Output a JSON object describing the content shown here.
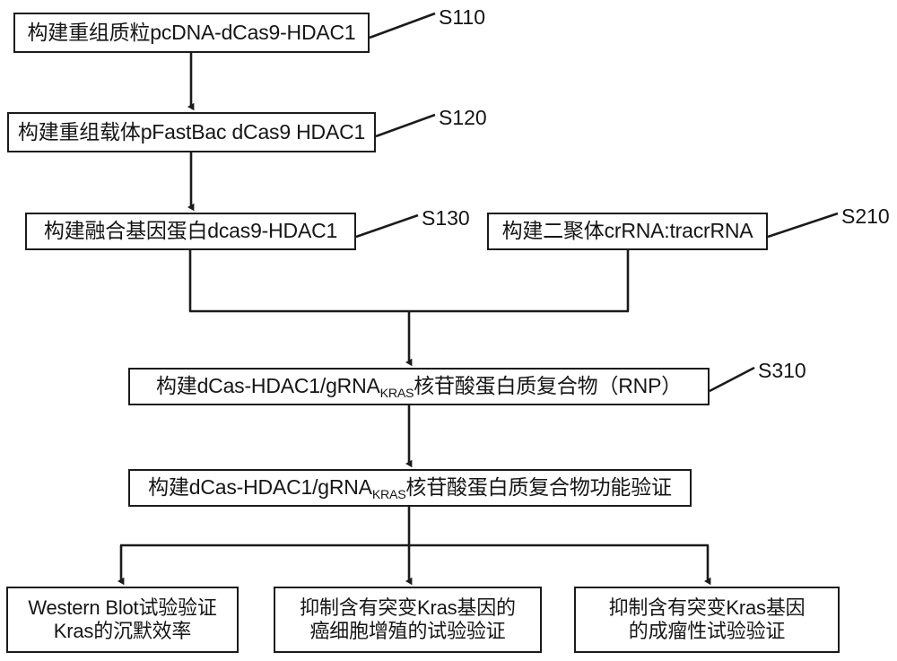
{
  "diagram": {
    "title": "CRISPR dCas9-HDAC1 KRAS silencing workflow flowchart",
    "line_color": "#1b1b1b",
    "background": "#ffffff",
    "nodes": [
      {
        "id": "S110",
        "label": "S110",
        "text_prefix": "构建重组质粒pcDNA-dCas9-HDAC1",
        "text_sub": "",
        "text_suffix": ""
      },
      {
        "id": "S120",
        "label": "S120",
        "text_prefix": "构建重组载体pFastBac dCas9 HDAC1",
        "text_sub": "",
        "text_suffix": ""
      },
      {
        "id": "S130",
        "label": "S130",
        "text_prefix": "构建融合基因蛋白dcas9-HDAC1",
        "text_sub": "",
        "text_suffix": ""
      },
      {
        "id": "S210",
        "label": "S210",
        "text_prefix": "构建二聚体crRNA:tracrRNA",
        "text_sub": "",
        "text_suffix": ""
      },
      {
        "id": "S310",
        "label": "S310",
        "text_prefix": "构建dCas-HDAC1/gRNA",
        "text_sub": "KRAS",
        "text_suffix": "核苷酸蛋白质复合物（RNP）"
      },
      {
        "id": "VERIFY",
        "label": "",
        "text_prefix": "构建dCas-HDAC1/gRNA",
        "text_sub": "KRAS",
        "text_suffix": "核苷酸蛋白质复合物功能验证"
      },
      {
        "id": "B1",
        "label": "",
        "line1": "Western Blot试验验证",
        "line2": "Kras的沉默效率"
      },
      {
        "id": "B2",
        "label": "",
        "line1": "抑制含有突变Kras基因的",
        "line2": "癌细胞增殖的试验验证"
      },
      {
        "id": "B3",
        "label": "",
        "line1": "抑制含有突变Kras基因",
        "line2": "的成瘤性试验验证"
      }
    ]
  }
}
